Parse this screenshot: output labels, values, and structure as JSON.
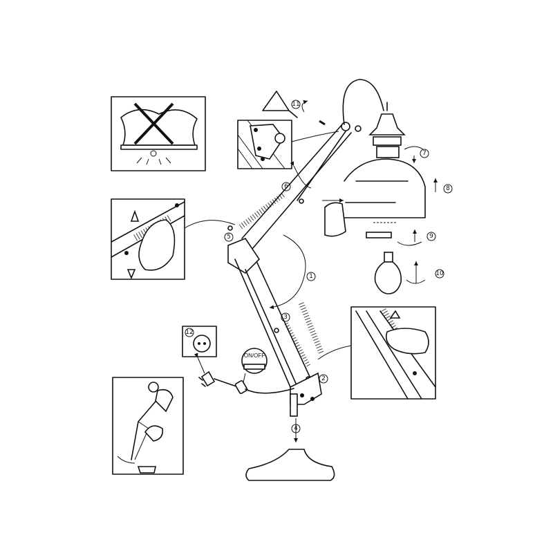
{
  "diagram": {
    "title": "Desk lamp assembly instructions",
    "step_labels": [
      "1",
      "2",
      "3",
      "4",
      "5",
      "6",
      "7",
      "8",
      "9",
      "10",
      "11",
      "12"
    ],
    "switch_label": "ON/OFF"
  }
}
